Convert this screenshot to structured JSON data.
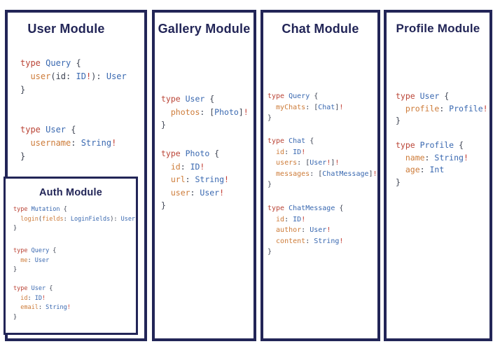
{
  "colors": {
    "background": "#ffffff",
    "navy": "#222557",
    "keyword": "#ba4436",
    "type": "#3968b0",
    "field": "#cd7b38",
    "punct": "#3d4352",
    "bang": "#c23a30"
  },
  "panels": {
    "user": {
      "title": "User Module",
      "blocks": [
        [
          [
            {
              "c": "k",
              "x": "type "
            },
            {
              "c": "t",
              "x": "Query"
            },
            {
              "c": "p",
              "x": " {"
            }
          ],
          [
            {
              "c": "f",
              "x": "  user"
            },
            {
              "c": "p",
              "x": "(id: "
            },
            {
              "c": "t",
              "x": "ID"
            },
            {
              "c": "b",
              "x": "!"
            },
            {
              "c": "p",
              "x": "): "
            },
            {
              "c": "t",
              "x": "User"
            }
          ],
          [
            {
              "c": "p",
              "x": "}"
            }
          ]
        ],
        [
          [
            {
              "c": "k",
              "x": "type "
            },
            {
              "c": "t",
              "x": "User"
            },
            {
              "c": "p",
              "x": " {"
            }
          ],
          [
            {
              "c": "f",
              "x": "  username"
            },
            {
              "c": "p",
              "x": ": "
            },
            {
              "c": "t",
              "x": "String"
            },
            {
              "c": "b",
              "x": "!"
            }
          ],
          [
            {
              "c": "p",
              "x": "}"
            }
          ]
        ]
      ]
    },
    "auth": {
      "title": "Auth Module",
      "blocks": [
        [
          [
            {
              "c": "k",
              "x": "type "
            },
            {
              "c": "t",
              "x": "Mutation"
            },
            {
              "c": "p",
              "x": " {"
            }
          ],
          [
            {
              "c": "f",
              "x": "  login"
            },
            {
              "c": "p",
              "x": "("
            },
            {
              "c": "f",
              "x": "fields"
            },
            {
              "c": "p",
              "x": ": "
            },
            {
              "c": "t",
              "x": "LoginFields"
            },
            {
              "c": "p",
              "x": "): "
            },
            {
              "c": "t",
              "x": "User"
            }
          ],
          [
            {
              "c": "p",
              "x": "}"
            }
          ]
        ],
        [
          [
            {
              "c": "k",
              "x": "type "
            },
            {
              "c": "t",
              "x": "Query"
            },
            {
              "c": "p",
              "x": " {"
            }
          ],
          [
            {
              "c": "f",
              "x": "  me"
            },
            {
              "c": "p",
              "x": ": "
            },
            {
              "c": "t",
              "x": "User"
            }
          ],
          [
            {
              "c": "p",
              "x": "}"
            }
          ]
        ],
        [
          [
            {
              "c": "k",
              "x": "type "
            },
            {
              "c": "t",
              "x": "User"
            },
            {
              "c": "p",
              "x": " {"
            }
          ],
          [
            {
              "c": "f",
              "x": "  id"
            },
            {
              "c": "p",
              "x": ": "
            },
            {
              "c": "t",
              "x": "ID"
            },
            {
              "c": "b",
              "x": "!"
            }
          ],
          [
            {
              "c": "f",
              "x": "  email"
            },
            {
              "c": "p",
              "x": ": "
            },
            {
              "c": "t",
              "x": "String"
            },
            {
              "c": "b",
              "x": "!"
            }
          ],
          [
            {
              "c": "p",
              "x": "}"
            }
          ]
        ]
      ]
    },
    "gallery": {
      "title": "Gallery Module",
      "blocks": [
        [
          [
            {
              "c": "k",
              "x": "type "
            },
            {
              "c": "t",
              "x": "User"
            },
            {
              "c": "p",
              "x": " {"
            }
          ],
          [
            {
              "c": "f",
              "x": "  photos"
            },
            {
              "c": "p",
              "x": ": ["
            },
            {
              "c": "t",
              "x": "Photo"
            },
            {
              "c": "p",
              "x": "]"
            },
            {
              "c": "b",
              "x": "!"
            }
          ],
          [
            {
              "c": "p",
              "x": "}"
            }
          ]
        ],
        [
          [
            {
              "c": "k",
              "x": "type "
            },
            {
              "c": "t",
              "x": "Photo"
            },
            {
              "c": "p",
              "x": " {"
            }
          ],
          [
            {
              "c": "f",
              "x": "  id"
            },
            {
              "c": "p",
              "x": ": "
            },
            {
              "c": "t",
              "x": "ID"
            },
            {
              "c": "b",
              "x": "!"
            }
          ],
          [
            {
              "c": "f",
              "x": "  url"
            },
            {
              "c": "p",
              "x": ": "
            },
            {
              "c": "t",
              "x": "String"
            },
            {
              "c": "b",
              "x": "!"
            }
          ],
          [
            {
              "c": "f",
              "x": "  user"
            },
            {
              "c": "p",
              "x": ": "
            },
            {
              "c": "t",
              "x": "User"
            },
            {
              "c": "b",
              "x": "!"
            }
          ],
          [
            {
              "c": "p",
              "x": "}"
            }
          ]
        ]
      ]
    },
    "chat": {
      "title": "Chat Module",
      "blocks": [
        [
          [
            {
              "c": "k",
              "x": "type "
            },
            {
              "c": "t",
              "x": "Query"
            },
            {
              "c": "p",
              "x": " {"
            }
          ],
          [
            {
              "c": "f",
              "x": "  myChats"
            },
            {
              "c": "p",
              "x": ": ["
            },
            {
              "c": "t",
              "x": "Chat"
            },
            {
              "c": "p",
              "x": "]"
            },
            {
              "c": "b",
              "x": "!"
            }
          ],
          [
            {
              "c": "p",
              "x": "}"
            }
          ]
        ],
        [
          [
            {
              "c": "k",
              "x": "type "
            },
            {
              "c": "t",
              "x": "Chat"
            },
            {
              "c": "p",
              "x": " {"
            }
          ],
          [
            {
              "c": "f",
              "x": "  id"
            },
            {
              "c": "p",
              "x": ": "
            },
            {
              "c": "t",
              "x": "ID"
            },
            {
              "c": "b",
              "x": "!"
            }
          ],
          [
            {
              "c": "f",
              "x": "  users"
            },
            {
              "c": "p",
              "x": ": ["
            },
            {
              "c": "t",
              "x": "User"
            },
            {
              "c": "b",
              "x": "!"
            },
            {
              "c": "p",
              "x": "]"
            },
            {
              "c": "b",
              "x": "!"
            }
          ],
          [
            {
              "c": "f",
              "x": "  messages"
            },
            {
              "c": "p",
              "x": ": ["
            },
            {
              "c": "t",
              "x": "ChatMessage"
            },
            {
              "c": "p",
              "x": "]"
            },
            {
              "c": "b",
              "x": "!"
            }
          ],
          [
            {
              "c": "p",
              "x": "}"
            }
          ]
        ],
        [
          [
            {
              "c": "k",
              "x": "type "
            },
            {
              "c": "t",
              "x": "ChatMessage"
            },
            {
              "c": "p",
              "x": " {"
            }
          ],
          [
            {
              "c": "f",
              "x": "  id"
            },
            {
              "c": "p",
              "x": ": "
            },
            {
              "c": "t",
              "x": "ID"
            },
            {
              "c": "b",
              "x": "!"
            }
          ],
          [
            {
              "c": "f",
              "x": "  author"
            },
            {
              "c": "p",
              "x": ": "
            },
            {
              "c": "t",
              "x": "User"
            },
            {
              "c": "b",
              "x": "!"
            }
          ],
          [
            {
              "c": "f",
              "x": "  content"
            },
            {
              "c": "p",
              "x": ": "
            },
            {
              "c": "t",
              "x": "String"
            },
            {
              "c": "b",
              "x": "!"
            }
          ],
          [
            {
              "c": "p",
              "x": "}"
            }
          ]
        ]
      ]
    },
    "profile": {
      "title": "Profile Module",
      "blocks": [
        [
          [
            {
              "c": "k",
              "x": "type "
            },
            {
              "c": "t",
              "x": "User"
            },
            {
              "c": "p",
              "x": " {"
            }
          ],
          [
            {
              "c": "f",
              "x": "  profile"
            },
            {
              "c": "p",
              "x": ": "
            },
            {
              "c": "t",
              "x": "Profile"
            },
            {
              "c": "b",
              "x": "!"
            }
          ],
          [
            {
              "c": "p",
              "x": "}"
            }
          ]
        ],
        [
          [
            {
              "c": "k",
              "x": "type "
            },
            {
              "c": "t",
              "x": "Profile"
            },
            {
              "c": "p",
              "x": " {"
            }
          ],
          [
            {
              "c": "f",
              "x": "  name"
            },
            {
              "c": "p",
              "x": ": "
            },
            {
              "c": "t",
              "x": "String"
            },
            {
              "c": "b",
              "x": "!"
            }
          ],
          [
            {
              "c": "f",
              "x": "  age"
            },
            {
              "c": "p",
              "x": ": "
            },
            {
              "c": "t",
              "x": "Int"
            }
          ],
          [
            {
              "c": "p",
              "x": "}"
            }
          ]
        ]
      ]
    }
  }
}
